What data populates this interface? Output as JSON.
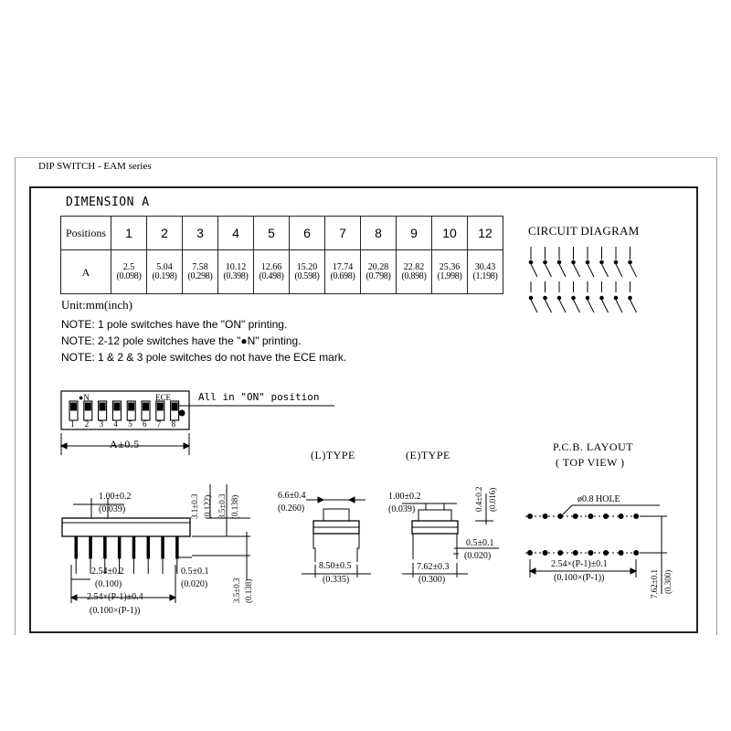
{
  "document": {
    "title": "DIP SWITCH - EAM series"
  },
  "dimension_table": {
    "heading": "DIMENSION A",
    "header_label": "Positions",
    "row_label": "A",
    "positions": [
      "1",
      "2",
      "3",
      "4",
      "5",
      "6",
      "7",
      "8",
      "9",
      "10",
      "12"
    ],
    "values_mm": [
      "2.5",
      "5.04",
      "7.58",
      "10.12",
      "12.66",
      "15.20",
      "17.74",
      "20.28",
      "22.82",
      "25.36",
      "30.43"
    ],
    "values_inch": [
      "(0.098)",
      "(0.198)",
      "(0.298)",
      "(0.398)",
      "(0.498)",
      "(0.598)",
      "(0.698)",
      "(0.798)",
      "(0.898)",
      "(1.998)",
      "(1.198)"
    ]
  },
  "unit": "Unit:mm(inch)",
  "notes": [
    "NOTE: 1 pole switches have the \"ON\" printing.",
    "NOTE: 2-12 pole switches have the \"●N\" printing.",
    "NOTE: 1 & 2 & 3 pole switches do not have the ECE mark."
  ],
  "circuit_diagram": {
    "title": "CIRCUIT DIAGRAM",
    "switch_count": 8
  },
  "top_view": {
    "on_mark": "●N",
    "ece_mark": "ECE",
    "switch_numbers": [
      "1",
      "2",
      "3",
      "4",
      "5",
      "6",
      "7",
      "8"
    ],
    "callout": "All in \"ON\" position",
    "width_label": "A±0.5"
  },
  "side_view": {
    "top_width": "1.00±0.2",
    "top_width_inch": "(0.039)",
    "height_1": "3.1±0.3",
    "height_1_inch": "(0.122)",
    "height_2": "3.5±0.3",
    "height_2_inch": "(0.138)",
    "lead_length": "3.5±0.3",
    "lead_length_inch": "(0.138)",
    "lead_width": "0.5±0.1",
    "lead_width_inch": "(0.020)",
    "pitch": "2.54±0.2",
    "pitch_inch": "(0.100)",
    "span": "2.54×(P-1)±0.4",
    "span_inch": "(0.100×(P-1))"
  },
  "l_type": {
    "title": "(L)TYPE",
    "top_width": "6.6±0.4",
    "top_width_inch": "(0.260)",
    "bottom_width": "8.50±0.5",
    "bottom_width_inch": "(0.335)"
  },
  "e_type": {
    "title": "(E)TYPE",
    "top_width": "1.00±0.2",
    "top_width_inch": "(0.039)",
    "height": "0.4±0.2",
    "height_inch": "(0.016)",
    "lead_width": "0.5±0.1",
    "lead_width_inch": "(0.020)",
    "row_spacing": "7.62±0.3",
    "row_spacing_inch": "(0.300)"
  },
  "pcb_layout": {
    "title": "P.C.B. LAYOUT",
    "subtitle": "( TOP VIEW )",
    "hole": "ø0.8 HOLE",
    "span": "2.54×(P-1)±0.1",
    "span_inch": "(0.100×(P-1))",
    "row_spacing": "7.62±0.1",
    "row_spacing_inch": "(0.300)"
  }
}
